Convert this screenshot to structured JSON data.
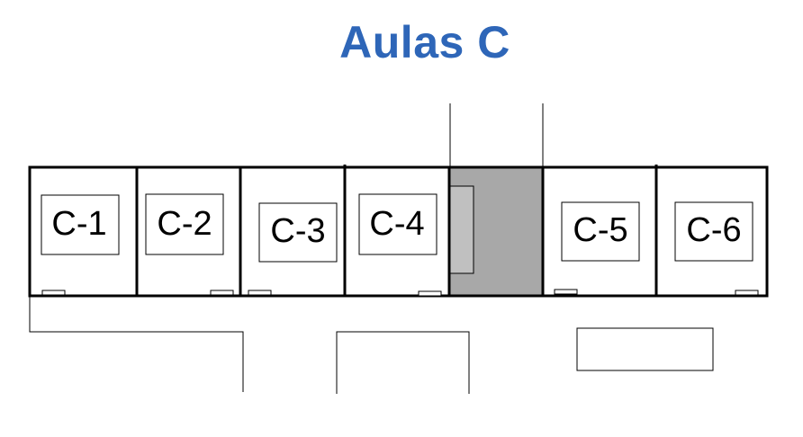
{
  "title": "Aulas C",
  "colors": {
    "title": "#2e66b8",
    "lines": "#000000",
    "stairwell_fill": "#a8a8a8",
    "stairwell_inner_fill": "#c0c0c0"
  },
  "rooms": [
    {
      "id": "C-1",
      "label": "C-1"
    },
    {
      "id": "C-2",
      "label": "C-2"
    },
    {
      "id": "C-3",
      "label": "C-3"
    },
    {
      "id": "C-4",
      "label": "C-4"
    },
    {
      "id": "C-5",
      "label": "C-5"
    },
    {
      "id": "C-6",
      "label": "C-6"
    }
  ]
}
